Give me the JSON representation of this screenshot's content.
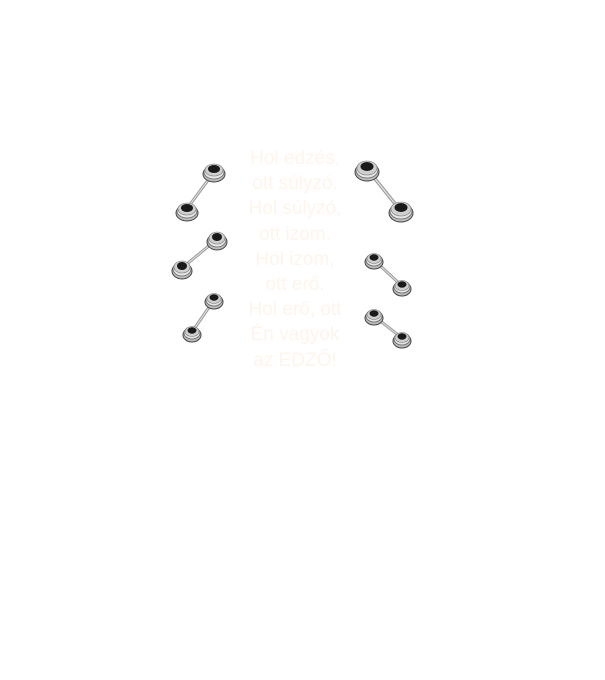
{
  "poem": {
    "text_color": "#fdf5ec",
    "lines": [
      "Hol edzés,",
      "ott súlyzó.",
      "Hol súlyzó,",
      "ott izom.",
      "Hol izom,",
      "ott erő.",
      "Hol erő, ott",
      "Én vagyok",
      "az EDZŐ!"
    ]
  },
  "icons": [
    "barbell-icon"
  ],
  "colors": {
    "plate_dark": "#1a1a1a",
    "plate_light": "#b8b8b8",
    "bar": "#9a9a9a"
  }
}
